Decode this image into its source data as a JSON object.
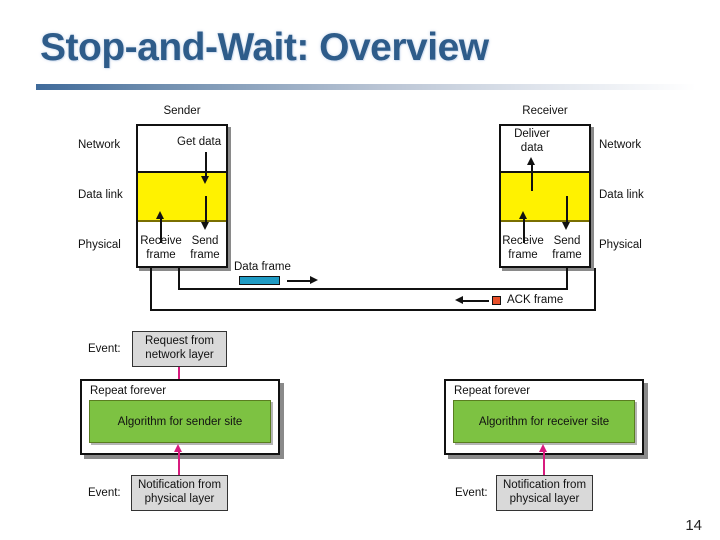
{
  "slide": {
    "title": "Stop-and-Wait: Overview",
    "page_number": "14",
    "title_color": "#2E5C8A"
  },
  "diagram": {
    "sender": {
      "heading": "Sender",
      "layers": [
        "Network",
        "Data link",
        "Physical"
      ],
      "actions": {
        "get_data": "Get data",
        "receive_frame": "Receive\nframe",
        "receive_frame_line1": "Receive",
        "receive_frame_line2": "frame",
        "send_frame_line1": "Send",
        "send_frame_line2": "frame"
      }
    },
    "receiver": {
      "heading": "Receiver",
      "layers": [
        "Network",
        "Data link",
        "Physical"
      ],
      "actions": {
        "deliver_data_line1": "Deliver",
        "deliver_data_line2": "data",
        "receive_frame_line1": "Receive",
        "receive_frame_line2": "frame",
        "send_frame_line1": "Send",
        "send_frame_line2": "frame"
      }
    },
    "channel": {
      "data_frame_label": "Data frame",
      "ack_frame_label": "ACK frame",
      "data_frame_color": "#1F9BC4",
      "ack_frame_color": "#E8502A"
    },
    "colors": {
      "data_link_band": "#FFF200",
      "algorithm_box": "#7DC242",
      "event_box": "#D9D9D9",
      "event_arrow": "#D81B7E"
    }
  },
  "sender_block": {
    "event_top_label": "Event:",
    "event_top_line1": "Request from",
    "event_top_line2": "network layer",
    "repeat_label": "Repeat forever",
    "algorithm_label": "Algorithm for sender site",
    "event_bottom_label": "Event:",
    "event_bottom_line1": "Notification from",
    "event_bottom_line2": "physical layer"
  },
  "receiver_block": {
    "repeat_label": "Repeat forever",
    "algorithm_label": "Algorithm for receiver site",
    "event_bottom_label": "Event:",
    "event_bottom_line1": "Notification from",
    "event_bottom_line2": "physical layer"
  }
}
